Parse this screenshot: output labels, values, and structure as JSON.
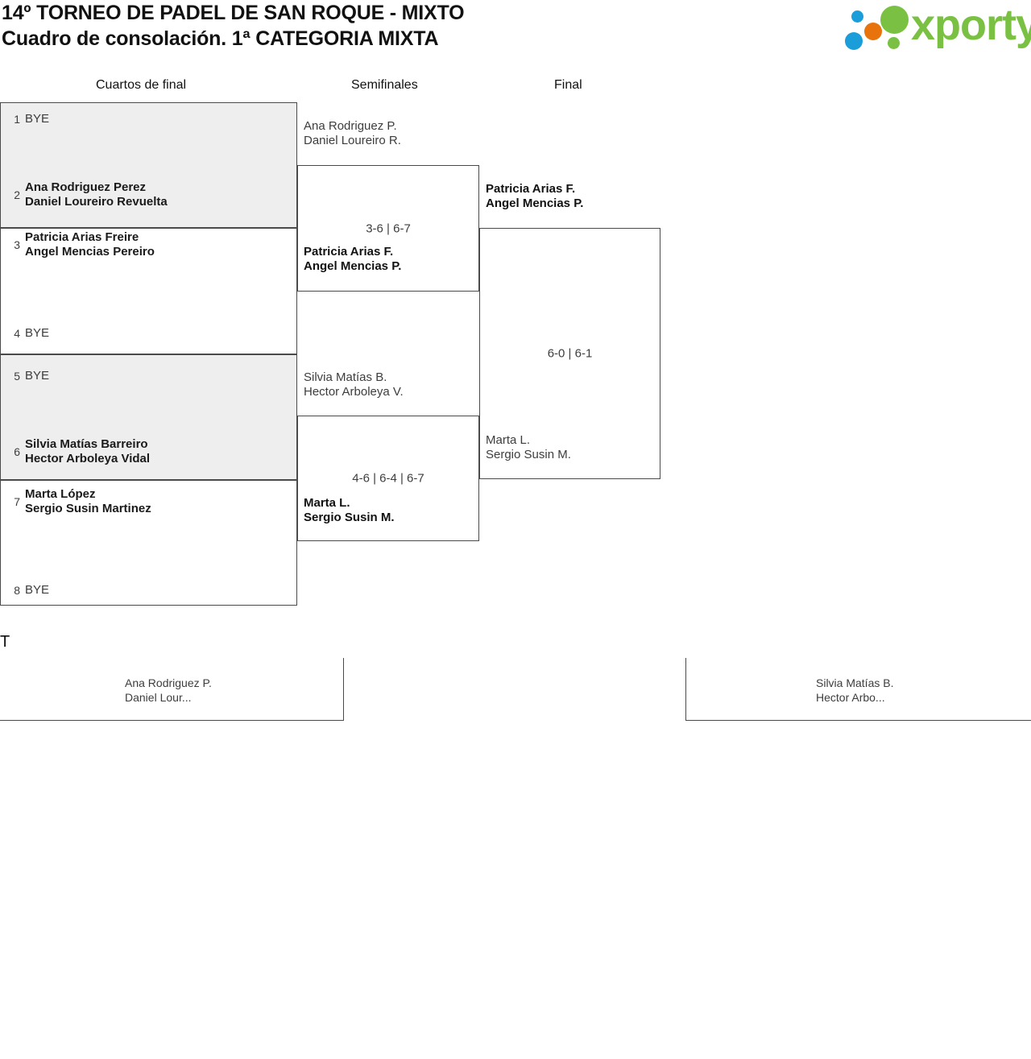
{
  "header": {
    "title_line_1": "14º TORNEO DE PADEL DE SAN ROQUE - MIXTO",
    "title_line_2": "Cuadro de consolación. 1ª CATEGORIA MIXTA",
    "logo_text": "xporty",
    "logo_colors": {
      "green": "#7ac143",
      "blue": "#1b9dd9",
      "orange": "#e8720c"
    }
  },
  "rounds": [
    {
      "key": "quarterfinals",
      "label": "Cuartos de final"
    },
    {
      "key": "semifinals",
      "label": "Semifinales"
    },
    {
      "key": "final",
      "label": "Final"
    }
  ],
  "quarterfinals": [
    {
      "shaded": true,
      "top": {
        "seed": "1",
        "line1": "BYE",
        "line2": "",
        "bye": true,
        "winner": false
      },
      "bottom": {
        "seed": "2",
        "line1": "Ana Rodriguez Perez",
        "line2": "Daniel Loureiro Revuelta",
        "bye": false,
        "winner": true
      }
    },
    {
      "shaded": false,
      "top": {
        "seed": "3",
        "line1": "Patricia Arias Freire",
        "line2": "Angel Mencias Pereiro",
        "bye": false,
        "winner": true
      },
      "bottom": {
        "seed": "4",
        "line1": "BYE",
        "line2": "",
        "bye": true,
        "winner": false
      }
    },
    {
      "shaded": true,
      "top": {
        "seed": "5",
        "line1": "BYE",
        "line2": "",
        "bye": true,
        "winner": false
      },
      "bottom": {
        "seed": "6",
        "line1": "Silvia Matías Barreiro",
        "line2": "Hector Arboleya Vidal",
        "bye": false,
        "winner": true
      }
    },
    {
      "shaded": false,
      "top": {
        "seed": "7",
        "line1": "Marta López",
        "line2": "Sergio Susin Martinez",
        "bye": false,
        "winner": true
      },
      "bottom": {
        "seed": "8",
        "line1": "BYE",
        "line2": "",
        "bye": true,
        "winner": false
      }
    }
  ],
  "semifinals": [
    {
      "score": "3-6 | 6-7",
      "top": {
        "line1": "Ana Rodriguez P.",
        "line2": "Daniel Loureiro R.",
        "winner": false
      },
      "bottom": {
        "line1": "Patricia Arias F.",
        "line2": "Angel Mencias P.",
        "winner": true
      }
    },
    {
      "score": "4-6 | 6-4 | 6-7",
      "top": {
        "line1": "Silvia Matías B.",
        "line2": "Hector Arboleya V.",
        "winner": false
      },
      "bottom": {
        "line1": "Marta L.",
        "line2": "Sergio Susin M.",
        "winner": true
      }
    }
  ],
  "final": {
    "score": "6-0 | 6-1",
    "top": {
      "line1": "Patricia Arias F.",
      "line2": "Angel Mencias P.",
      "winner": true
    },
    "bottom": {
      "line1": "Marta L.",
      "line2": "Sergio Susin M.",
      "winner": false
    }
  },
  "lower_strip": {
    "tag": "T",
    "left": {
      "line1": "Ana Rodriguez P.",
      "line2": "Daniel Lour..."
    },
    "right": {
      "line1": "Silvia Matías B.",
      "line2": "Hector Arbo..."
    }
  }
}
